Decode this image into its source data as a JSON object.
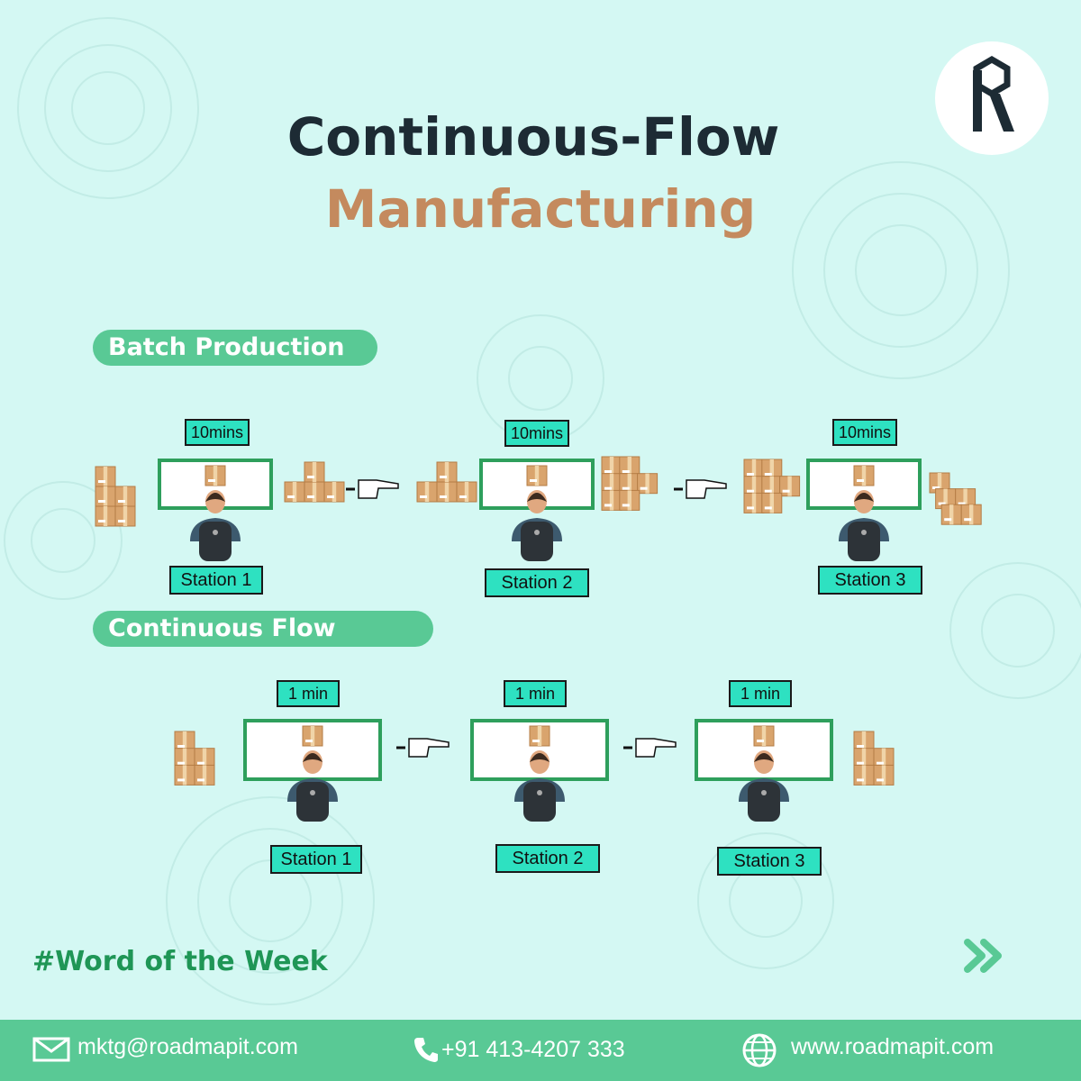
{
  "header": {
    "title_line1": "Continuous-Flow",
    "title_line2": "Manufacturing",
    "logo_letter": "R",
    "title_color": "#1d2b34",
    "accent_color": "#c48a5e"
  },
  "batch": {
    "label": "Batch Production",
    "stations": [
      {
        "time": "10mins",
        "name": "Station 1"
      },
      {
        "time": "10mins",
        "name": "Station 2"
      },
      {
        "time": "10mins",
        "name": "Station 3"
      }
    ]
  },
  "continuous": {
    "label": "Continuous Flow",
    "stations": [
      {
        "time": "1 min",
        "name": "Station 1"
      },
      {
        "time": "1 min",
        "name": "Station 2"
      },
      {
        "time": "1 min",
        "name": "Station 3"
      }
    ]
  },
  "hashtag": "#Word of the Week",
  "next_icon": "double-chevron-right-icon",
  "footer": {
    "email": "mktg@roadmapit.com",
    "phone": "+91 413-4207 333",
    "website": "www.roadmapit.com",
    "email_icon": "envelope-icon",
    "phone_icon": "phone-icon",
    "web_icon": "globe-icon"
  },
  "colors": {
    "background": "#d4f8f3",
    "pill": "#59c995",
    "tag": "#2ee1c1",
    "box_border": "#2e9f5c",
    "footer": "#59c995"
  }
}
